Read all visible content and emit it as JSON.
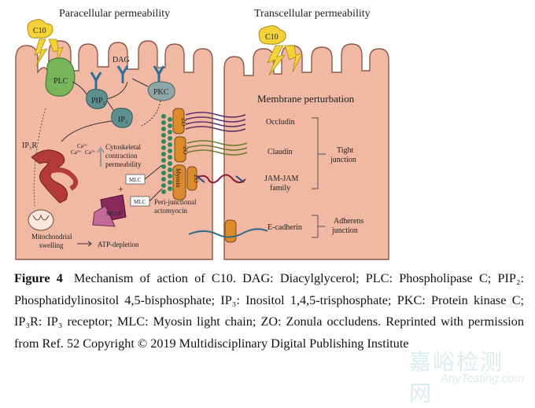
{
  "figure": {
    "left_panel_title": "Paracellular permeability",
    "right_panel_title": "Transcellular permeability",
    "labels": {
      "c10_left": "C10",
      "c10_right": "C10",
      "dag": "DAG",
      "plc": "PLC",
      "pip2": "PIP₂",
      "ip3": "IP₃",
      "pkc": "PKC",
      "ip3r": "IP₃R",
      "ca": "Ca²⁺",
      "cytoskeletal_1": "Cytoskeletal",
      "cytoskeletal_2": "contraction",
      "cytoskeletal_3": "permeability",
      "mlc_top": "MLC",
      "mlc_bottom": "MLC",
      "mlck": "MLCK",
      "plus": "+",
      "myosin": "Myosin",
      "zo": "ZO",
      "perijunctional_1": "Peri-junctional",
      "perijunctional_2": "actomyocin",
      "mito_1": "Mitochondrial",
      "mito_2": "swelling",
      "atp": "ATP-depletion",
      "membrane": "Membrane perturbation",
      "occludin": "Occludin",
      "claudin": "Claudin",
      "jam_1": "JAM-JAM",
      "jam_2": "family",
      "tight_1": "Tight",
      "tight_2": "junction",
      "ecadherin": "E-cadherin",
      "adherens_1": "Adherens",
      "adherens_2": "junction"
    }
  },
  "caption": {
    "label": "Figure 4",
    "text": "Mechanism of action of C10. DAG: Diacylglycerol; PLC: Phospholipase C; PIP₂: Phosphatidylinositol 4,5-bisphosphate; IP₃: Inositol 1,4,5-trisphosphate; PKC: Protein kinase C; IP₃R: IP₃ receptor; MLC: Myosin light chain; ZO: Zonula occludens. Reprinted with permission from Ref. 52 Copyright © 2019 Multidisciplinary Digital Publishing Institute"
  },
  "watermark": {
    "cn": "嘉峪检测网",
    "en": "AnyTesting.com"
  },
  "colors": {
    "cell_fill": "#f1b9a4",
    "cell_stroke": "#8b5a4a",
    "plc_green": "#78b45a",
    "enzyme_teal": "#5c8f8e",
    "c10_yellow": "#f4d23a",
    "er_red": "#b23a3a",
    "zo_orange": "#dd8a2a",
    "myosin_orange": "#d98a2e",
    "actin_green": "#2f8a60"
  }
}
